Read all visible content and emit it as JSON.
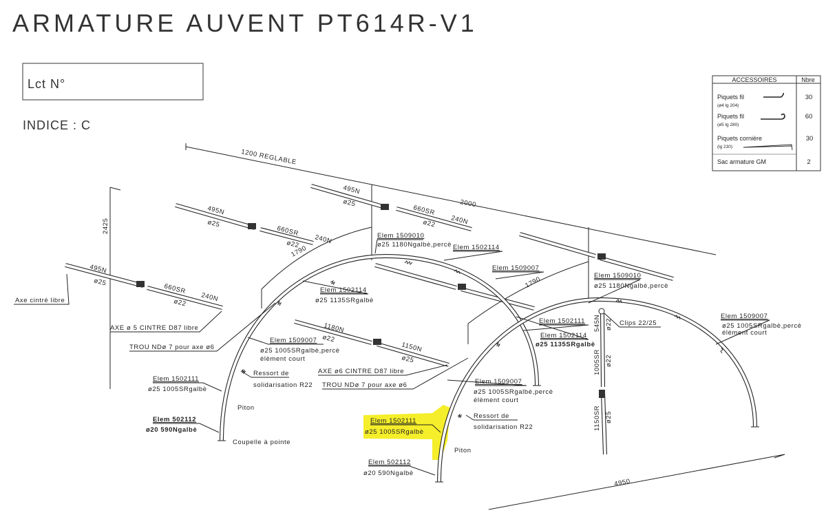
{
  "title": "ARMATURE AUVENT PT614R-V1",
  "lot_label": "Lct N°",
  "indice": "INDICE : C",
  "accessories": {
    "header": "ACCESSOIRES",
    "count_header": "Nbre",
    "rows": [
      {
        "name": "Piquets fil",
        "spec": "(ø4 lg 204)",
        "qty": "30"
      },
      {
        "name": "Piquets fil",
        "spec": "(ø5 lg 280)",
        "qty": "60"
      },
      {
        "name": "Piquets cornière",
        "spec": "(lg 230)",
        "qty": "30"
      },
      {
        "name": "Sac armature GM",
        "qty": "2"
      }
    ]
  },
  "dimensions": {
    "width_adjustable": "1200 REGLABLE",
    "depth": "2000",
    "height": "2425",
    "arc_left": "1790",
    "arc_right": "1790",
    "length": "4950"
  },
  "tube_labels": [
    "495N",
    "ø25",
    "660SR",
    "ø22",
    "240N",
    "495N",
    "ø25",
    "660SR",
    "ø22",
    "240N",
    "495N",
    "ø25",
    "660SR",
    "ø22",
    "240N",
    "1180N",
    "ø22",
    "1150N",
    "ø25",
    "545N",
    "ø22",
    "1005SR",
    "ø22",
    "1150SR",
    "ø25"
  ],
  "callouts": [
    "Axe cintré libre",
    "AXE ø 5 CINTRE D87 libre",
    "TROU NDø 7 pour axe ø6",
    "Elem 1509007",
    "ø25 1005SRgalbè,percè",
    "élèment court",
    "Elem 1502111",
    "ø25 1005SRgalbè",
    "Ressort de",
    "solidarisation R22",
    "Piton",
    "Elem 502112",
    "ø20 590Ngalbè",
    "Coupelle à pointe",
    "Elem 1509010",
    "ø25 1180Ngalbè,percè",
    "Elem 1502114",
    "Elem 1502114",
    "ø25 1135SRgalbè",
    "Elem 1509007",
    "AXE ø6 CINTRE D87 libre",
    "TROU NDø 7 pour axe ø6",
    "Elem 1509007",
    "ø25 1005SRgalbè,percè",
    "élèment court",
    "Ressort de",
    "solidarisation R22",
    "Elem 1502111",
    "ø25 1005SRgalbè",
    "Piton",
    "Elem 502112",
    "ø20 590Ngalbè",
    "Elem 1509010",
    "ø25 1180Ngalbè,percè",
    "Elem 1502111",
    "Elem 1502114",
    "ø25 1135SRgalbè",
    "Clips 22/25",
    "Elem 1509007",
    "ø25 1005SRgalbè,percè",
    "élèment court"
  ],
  "highlight_color": "#f5ee2a"
}
